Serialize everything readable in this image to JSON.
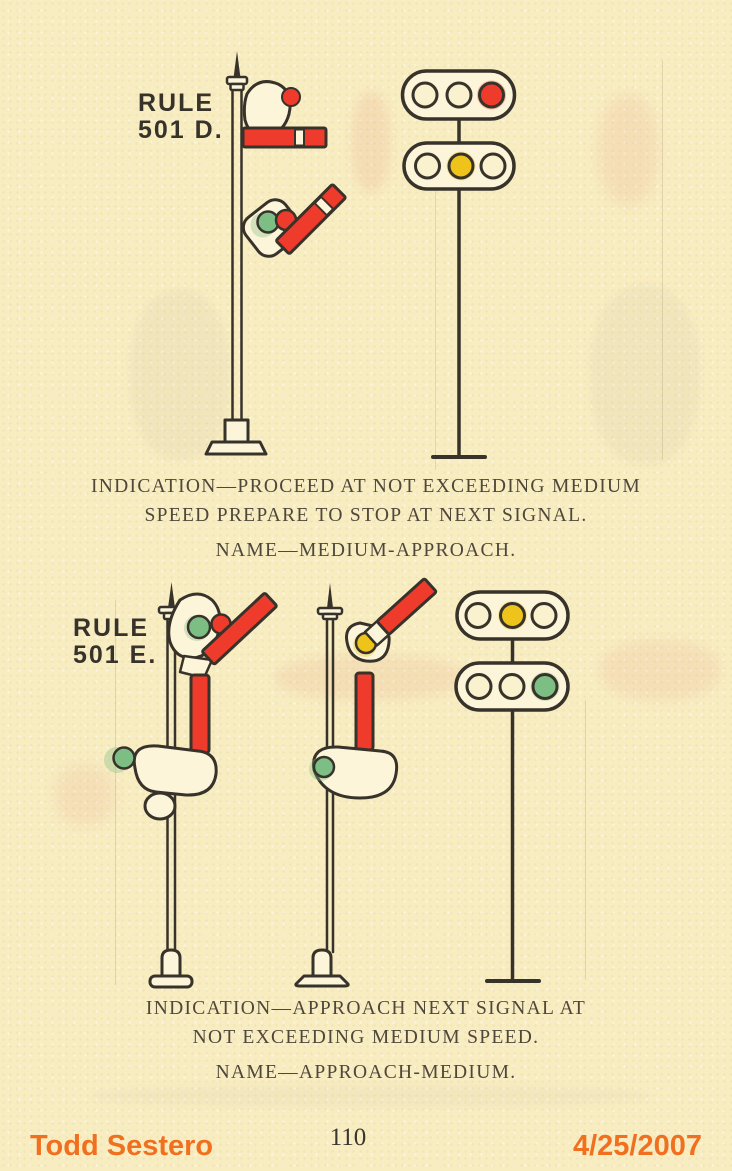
{
  "page": {
    "colors": {
      "paper": "#f8ecc1",
      "spectacle": "#fcf5da",
      "ink": "#38332a",
      "text": "#4e473a",
      "red": "#ee3b2c",
      "yellow": "#eec41a",
      "green": "#7dbe85",
      "accent": "#f1701f",
      "page_number": "#3b362c",
      "off": "#faf1cf"
    }
  },
  "rules": [
    {
      "id": "501D",
      "label_line1": "RULE",
      "label_line2": "501 D.",
      "indication_line1": "INDICATION—PROCEED AT NOT EXCEEDING MEDIUM",
      "indication_line2": "SPEED PREPARE TO STOP AT NEXT SIGNAL.",
      "name_line": "NAME—MEDIUM-APPROACH.",
      "semaphore": {
        "upper_arm": "horizontal-red-blade-white-stripe",
        "upper_lamp": "red",
        "lower_arm": "diagonal-45-red-blade-white-stripe",
        "lower_lamps": [
          "green",
          "red"
        ]
      },
      "light_signal": {
        "heads": [
          [
            "off",
            "off",
            "red"
          ],
          [
            "off",
            "yellow",
            "off"
          ]
        ]
      }
    },
    {
      "id": "501E",
      "label_line1": "RULE",
      "label_line2": "501 E.",
      "indication_line1": "INDICATION—APPROACH NEXT SIGNAL AT",
      "indication_line2": "NOT EXCEEDING MEDIUM SPEED.",
      "name_line": "NAME—APPROACH-MEDIUM.",
      "semaphores": [
        {
          "view": "front",
          "upper_arm": "diagonal-45-red-blade",
          "upper_lamp": "green",
          "lower_arm": "vertical-red-blade",
          "lower_lamp": "green"
        },
        {
          "view": "side",
          "upper_arm": "diagonal-45-red-blade",
          "upper_lamp": "yellow",
          "lower_arm": "vertical-red-blade",
          "lower_lamp": "green"
        }
      ],
      "light_signal": {
        "heads": [
          [
            "off",
            "yellow",
            "off"
          ],
          [
            "off",
            "off",
            "green"
          ]
        ]
      }
    }
  ],
  "footer": {
    "author": "Todd Sestero",
    "page_number": "110",
    "date": "4/25/2007"
  }
}
